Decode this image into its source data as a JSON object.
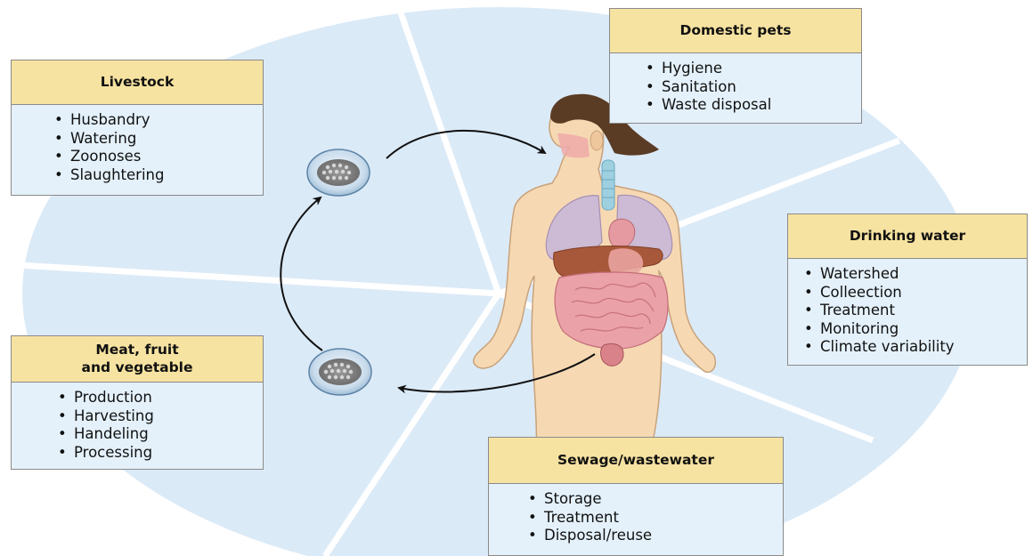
{
  "panels": {
    "livestock": {
      "title": "Livestock",
      "items": [
        "Husbandry",
        "Watering",
        "Zoonoses",
        "Slaughtering"
      ]
    },
    "domestic_pets": {
      "title": "Domestic pets",
      "items": [
        "Hygiene",
        "Sanitation",
        "Waste disposal"
      ]
    },
    "drinking_water": {
      "title": "Drinking water",
      "items": [
        "Watershed",
        "Colleection",
        "Treatment",
        "Monitoring",
        "Climate variability"
      ]
    },
    "meat_fruit_vegetable": {
      "title_lines": [
        "Meat, fruit",
        "and vegetable"
      ],
      "items": [
        "Production",
        "Harvesting",
        "Handeling",
        "Processing"
      ]
    },
    "sewage": {
      "title": "Sewage/wastewater",
      "items": [
        "Storage",
        "Treatment",
        "Disposal/reuse"
      ]
    }
  },
  "colors": {
    "background_circle": "#dbeaf7",
    "divider": "#ffffff",
    "panel_header": "#f7e3a1",
    "panel_body": "#e4f1fb",
    "skin": "#f6d9b3",
    "lungs": "#c9b7d8",
    "liver": "#a8583a",
    "intestine": "#eaa1a8",
    "hair": "#5a3b24"
  },
  "icons": [
    "pathogen-dish-icon",
    "pathogen-dish-icon"
  ]
}
